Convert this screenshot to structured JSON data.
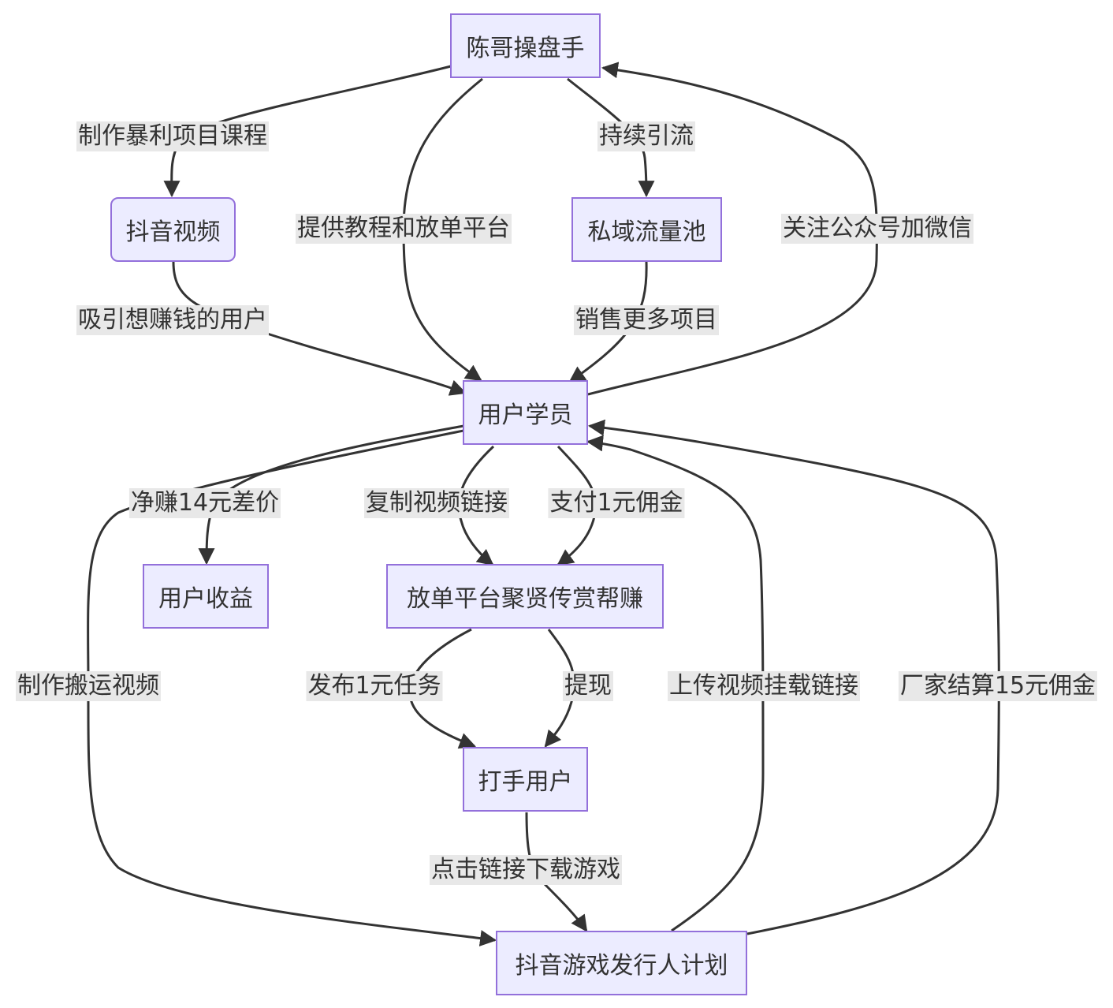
{
  "nodes": {
    "chen": "陈哥操盘手",
    "douyin_video": "抖音视频",
    "private_pool": "私域流量池",
    "student": "用户学员",
    "user_income": "用户收益",
    "platform": "放单平台聚贤传赏帮赚",
    "worker": "打手用户",
    "game_plan": "抖音游戏发行人计划"
  },
  "edges": {
    "make_course": "制作暴利项目课程",
    "provide_tutorial": "提供教程和放单平台",
    "keep_traffic": "持续引流",
    "follow_wechat": "关注公众号加微信",
    "attract_users": "吸引想赚钱的用户",
    "sell_more": "销售更多项目",
    "net_profit": "净赚14元差价",
    "copy_link": "复制视频链接",
    "pay_commission": "支付1元佣金",
    "make_video": "制作搬运视频",
    "publish_task": "发布1元任务",
    "withdraw": "提现",
    "upload_video": "上传视频挂载链接",
    "vendor_settle": "厂家结算15元佣金",
    "click_download": "点击链接下载游戏"
  },
  "colors": {
    "node_fill": "#ECECFF",
    "node_border": "#9370DB",
    "edge": "#333333",
    "label_bg": "#e8e8e8"
  }
}
